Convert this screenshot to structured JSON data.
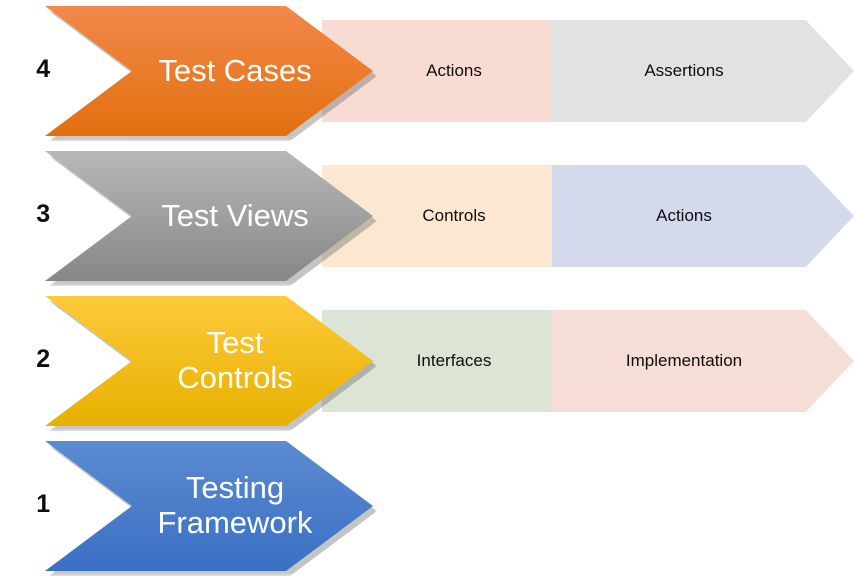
{
  "diagram": {
    "title": "Testing framework layered chevron diagram",
    "background": "#FFFFFF",
    "rows": [
      {
        "number": "4",
        "primary": {
          "label": "Test Cases",
          "text_color": "#FFFFFF",
          "gradient_from": "#F2884A",
          "gradient_to": "#E2700F"
        },
        "secondaries": [
          {
            "label": "Actions",
            "color": "#F8DCD3",
            "text_color": "#0D0D0D"
          },
          {
            "label": "Assertions",
            "color": "#E2E2E2",
            "text_color": "#0D0D0D"
          }
        ]
      },
      {
        "number": "3",
        "primary": {
          "label": "Test Views",
          "text_color": "#FFFFFF",
          "gradient_from": "#B8B8B8",
          "gradient_to": "#878787"
        },
        "secondaries": [
          {
            "label": "Controls",
            "color": "#FCE8D0",
            "text_color": "#0D0D0D"
          },
          {
            "label": "Actions",
            "color": "#D4D9EC",
            "text_color": "#0D0D0D"
          }
        ]
      },
      {
        "number": "2",
        "primary": {
          "label": "Test\nControls",
          "text_color": "#FFFFFF",
          "gradient_from": "#FDCA3B",
          "gradient_to": "#E8B000"
        },
        "secondaries": [
          {
            "label": "Interfaces",
            "color": "#DCE5D5",
            "text_color": "#0D0D0D"
          },
          {
            "label": "Implementation",
            "color": "#F6DDD5",
            "text_color": "#0D0D0D"
          }
        ]
      },
      {
        "number": "1",
        "primary": {
          "label": "Testing\nFramework",
          "text_color": "#FFFFFF",
          "gradient_from": "#5B8BD0",
          "gradient_to": "#3A6FC4"
        },
        "secondaries": []
      }
    ]
  }
}
